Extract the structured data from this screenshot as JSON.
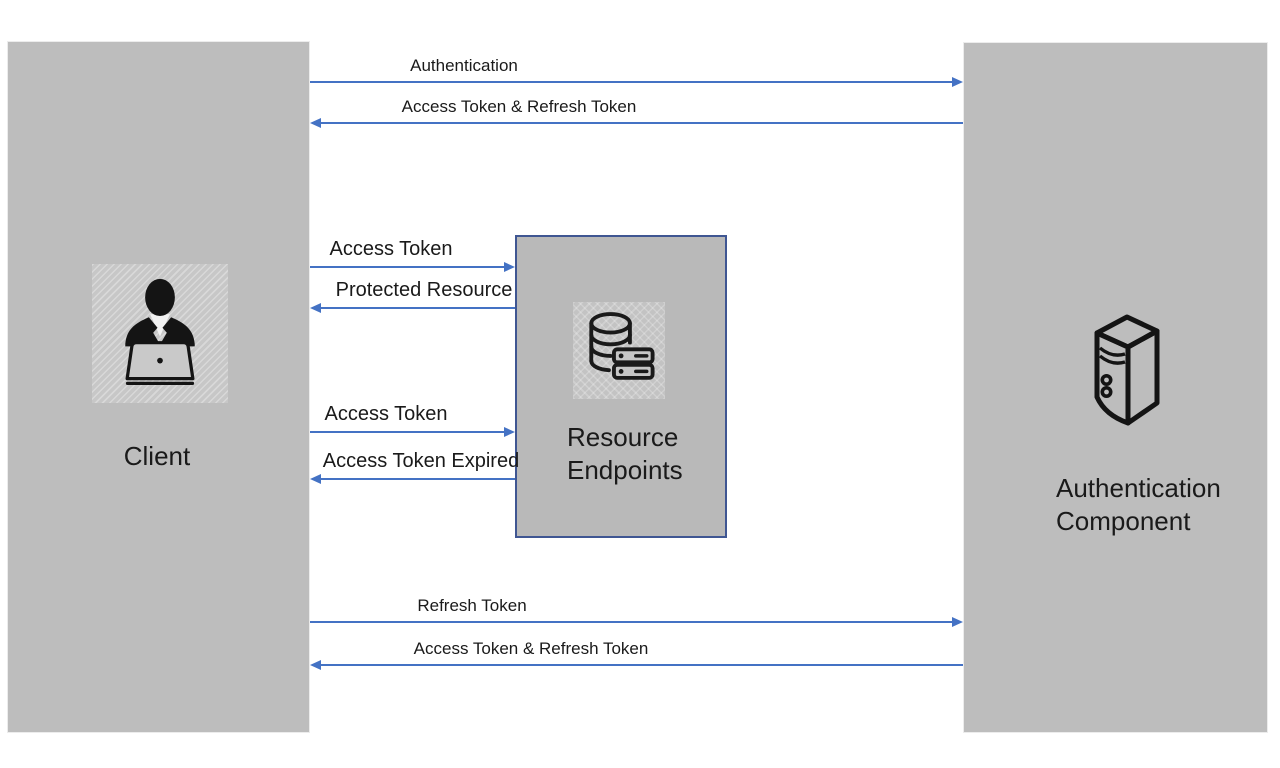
{
  "nodes": {
    "client": {
      "label": "Client",
      "icon": "person-at-laptop-icon"
    },
    "resource": {
      "label": "Resource\nEndpoints",
      "icon": "database-server-icon"
    },
    "auth": {
      "label": "Authentication\nComponent",
      "icon": "server-tower-icon"
    }
  },
  "arrows": [
    {
      "label": "Authentication",
      "from": "client",
      "to": "auth",
      "direction": "right"
    },
    {
      "label": "Access Token & Refresh Token",
      "from": "auth",
      "to": "client",
      "direction": "left"
    },
    {
      "label": "Access Token",
      "from": "client",
      "to": "resource",
      "direction": "right"
    },
    {
      "label": "Protected Resource",
      "from": "resource",
      "to": "client",
      "direction": "left"
    },
    {
      "label": "Access Token",
      "from": "client",
      "to": "resource",
      "direction": "right"
    },
    {
      "label": "Access Token Expired",
      "from": "resource",
      "to": "client",
      "direction": "left"
    },
    {
      "label": "Refresh Token",
      "from": "client",
      "to": "auth",
      "direction": "right"
    },
    {
      "label": "Access Token & Refresh Token",
      "from": "auth",
      "to": "client",
      "direction": "left"
    }
  ],
  "colors": {
    "arrow_blue": "#4472C4",
    "box_fill": "#BDBDBD",
    "resource_box_fill": "#B9B9B9",
    "resource_border": "#3F5692",
    "text": "#1A1A1A"
  }
}
